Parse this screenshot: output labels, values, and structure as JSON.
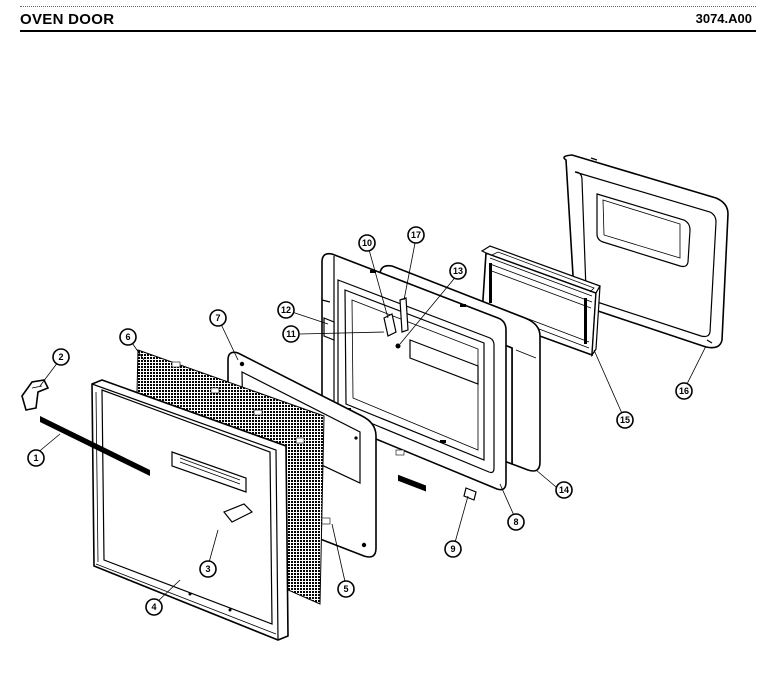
{
  "header": {
    "title": "OVEN DOOR",
    "code": "3074.A00"
  },
  "callouts": [
    {
      "id": "callout-1",
      "label": "1"
    },
    {
      "id": "callout-2",
      "label": "2"
    },
    {
      "id": "callout-3",
      "label": "3"
    },
    {
      "id": "callout-4",
      "label": "4"
    },
    {
      "id": "callout-5",
      "label": "5"
    },
    {
      "id": "callout-6",
      "label": "6"
    },
    {
      "id": "callout-7",
      "label": "7"
    },
    {
      "id": "callout-8",
      "label": "8"
    },
    {
      "id": "callout-9",
      "label": "9"
    },
    {
      "id": "callout-10",
      "label": "10"
    },
    {
      "id": "callout-11",
      "label": "11"
    },
    {
      "id": "callout-12",
      "label": "12"
    },
    {
      "id": "callout-13",
      "label": "13"
    },
    {
      "id": "callout-14",
      "label": "14"
    },
    {
      "id": "callout-15",
      "label": "15"
    },
    {
      "id": "callout-16",
      "label": "16"
    },
    {
      "id": "callout-17",
      "label": "17"
    }
  ]
}
